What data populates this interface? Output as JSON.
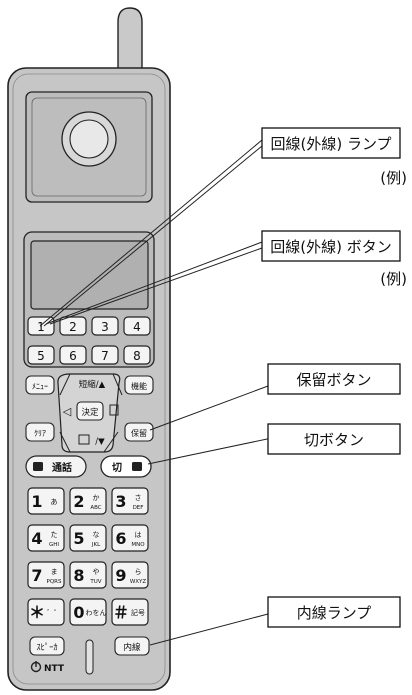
{
  "callouts": {
    "line_lamp": "回線(外線) ランプ",
    "line_lamp_ex": "(例)",
    "line_button": "回線(外線) ボタン",
    "line_button_ex": "(例)",
    "hold_button": "保留ボタン",
    "cut_button": "切ボタン",
    "intercom_lamp": "内線ランプ"
  },
  "line_keys_row1": [
    "1",
    "2",
    "3",
    "4"
  ],
  "line_keys_row2": [
    "5",
    "6",
    "7",
    "8"
  ],
  "function_keys": {
    "menu": "ﾒﾆｭｰ",
    "function": "機能",
    "clear": "ｸﾘｱ",
    "hold": "保留",
    "enter": "決定",
    "short_dial": "短縮/▲",
    "phonebook": "/▼",
    "talk": "通話",
    "cut": "切",
    "speaker": "ｽﾋﾟｰｶ",
    "intercom": "内線",
    "brand": "NTT"
  },
  "dial_keys": [
    {
      "digit": "1",
      "kana": "あ",
      "letters": ""
    },
    {
      "digit": "2",
      "kana": "か",
      "letters": "ABC"
    },
    {
      "digit": "3",
      "kana": "さ",
      "letters": "DEF"
    },
    {
      "digit": "4",
      "kana": "た",
      "letters": "GHI"
    },
    {
      "digit": "5",
      "kana": "な",
      "letters": "JKL"
    },
    {
      "digit": "6",
      "kana": "は",
      "letters": "MNO"
    },
    {
      "digit": "7",
      "kana": "ま",
      "letters": "PQRS"
    },
    {
      "digit": "8",
      "kana": "や",
      "letters": "TUV"
    },
    {
      "digit": "9",
      "kana": "ら",
      "letters": "WXYZ"
    },
    {
      "digit": "＊",
      "kana": "゛゜",
      "letters": ""
    },
    {
      "digit": "0",
      "kana": "わをん",
      "letters": ""
    },
    {
      "digit": "＃",
      "kana": "記号",
      "letters": ""
    }
  ]
}
